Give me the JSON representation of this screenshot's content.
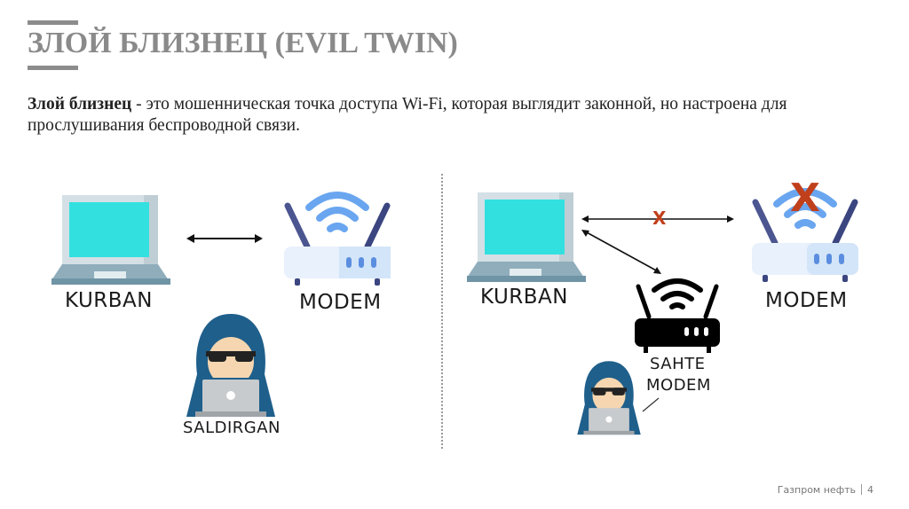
{
  "slide": {
    "title": "ЗЛОЙ БЛИЗНЕЦ (EVIL TWIN)",
    "description_term": "Злой близнец",
    "description_rest": " - это мошенническая точка доступа Wi-Fi, которая выглядит законной, но настроена для прослушивания беспроводной связи."
  },
  "diagram_left": {
    "laptop_label": "KURBAN",
    "router_label": "MODEM",
    "attacker_label": "SALDIRGAN",
    "connection": "bidirectional-arrow"
  },
  "diagram_right": {
    "laptop_label": "KURBAN",
    "router_label": "MODEM",
    "fake_router_label_line1": "SAHTE",
    "fake_router_label_line2": "MODEM",
    "blocked_mark": "X",
    "router_blocked_mark": "X"
  },
  "colors": {
    "screen": "#33e0e0",
    "laptop_body": "#7fa3b3",
    "wifi": "#6aa6f0",
    "hood": "#1f5f8b",
    "block_x": "#c0401c"
  },
  "footer": {
    "company": "Газпром нефть",
    "page_number": "4"
  }
}
